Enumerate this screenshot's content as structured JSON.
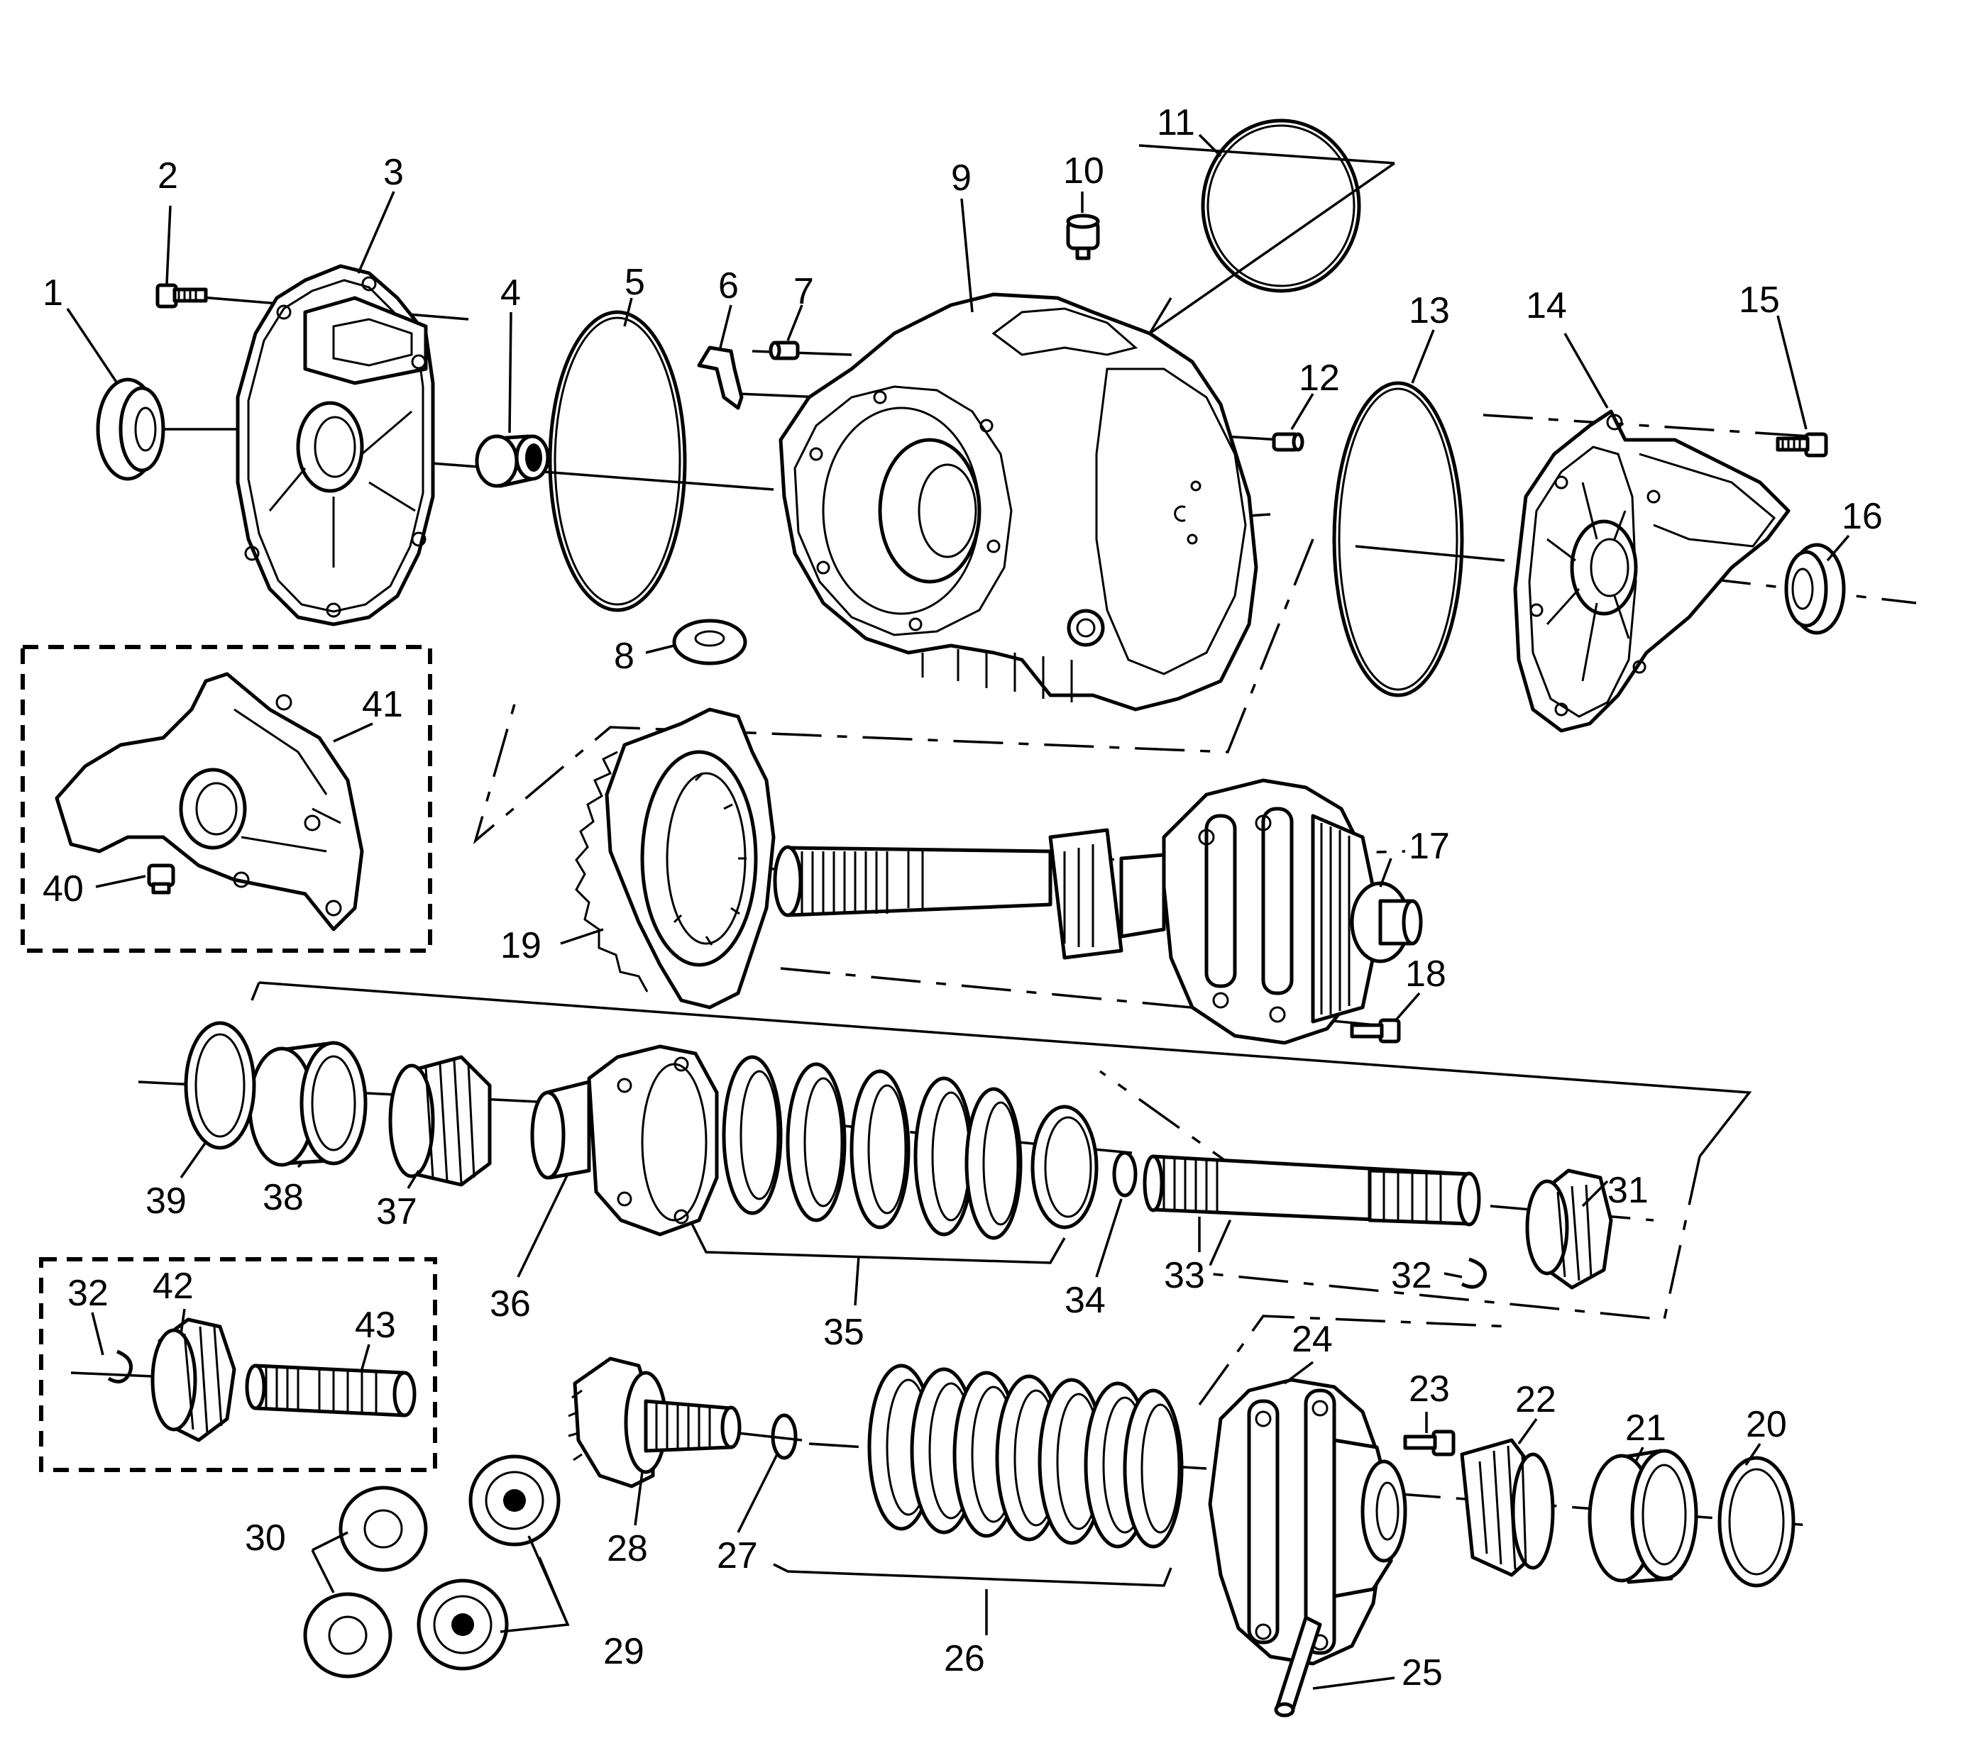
{
  "callouts": [
    {
      "id": "1",
      "label": "1"
    },
    {
      "id": "2",
      "label": "2"
    },
    {
      "id": "3",
      "label": "3"
    },
    {
      "id": "4",
      "label": "4"
    },
    {
      "id": "5",
      "label": "5"
    },
    {
      "id": "6",
      "label": "6"
    },
    {
      "id": "7",
      "label": "7"
    },
    {
      "id": "8",
      "label": "8"
    },
    {
      "id": "9",
      "label": "9"
    },
    {
      "id": "10",
      "label": "10"
    },
    {
      "id": "11",
      "label": "11"
    },
    {
      "id": "12",
      "label": "12"
    },
    {
      "id": "13",
      "label": "13"
    },
    {
      "id": "14",
      "label": "14"
    },
    {
      "id": "15",
      "label": "15"
    },
    {
      "id": "16",
      "label": "16"
    },
    {
      "id": "17",
      "label": "17"
    },
    {
      "id": "18",
      "label": "18"
    },
    {
      "id": "19",
      "label": "19"
    },
    {
      "id": "20",
      "label": "20"
    },
    {
      "id": "21",
      "label": "21"
    },
    {
      "id": "22",
      "label": "22"
    },
    {
      "id": "23",
      "label": "23"
    },
    {
      "id": "24",
      "label": "24"
    },
    {
      "id": "25",
      "label": "25"
    },
    {
      "id": "26",
      "label": "26"
    },
    {
      "id": "27",
      "label": "27"
    },
    {
      "id": "28",
      "label": "28"
    },
    {
      "id": "29",
      "label": "29"
    },
    {
      "id": "30",
      "label": "30"
    },
    {
      "id": "31",
      "label": "31"
    },
    {
      "id": "32",
      "label": "32"
    },
    {
      "id": "32b",
      "label": "32"
    },
    {
      "id": "33",
      "label": "33"
    },
    {
      "id": "34",
      "label": "34"
    },
    {
      "id": "35",
      "label": "35"
    },
    {
      "id": "36",
      "label": "36"
    },
    {
      "id": "37",
      "label": "37"
    },
    {
      "id": "38",
      "label": "38"
    },
    {
      "id": "39",
      "label": "39"
    },
    {
      "id": "40",
      "label": "40"
    },
    {
      "id": "41",
      "label": "41"
    },
    {
      "id": "42",
      "label": "42"
    },
    {
      "id": "43",
      "label": "43"
    }
  ]
}
